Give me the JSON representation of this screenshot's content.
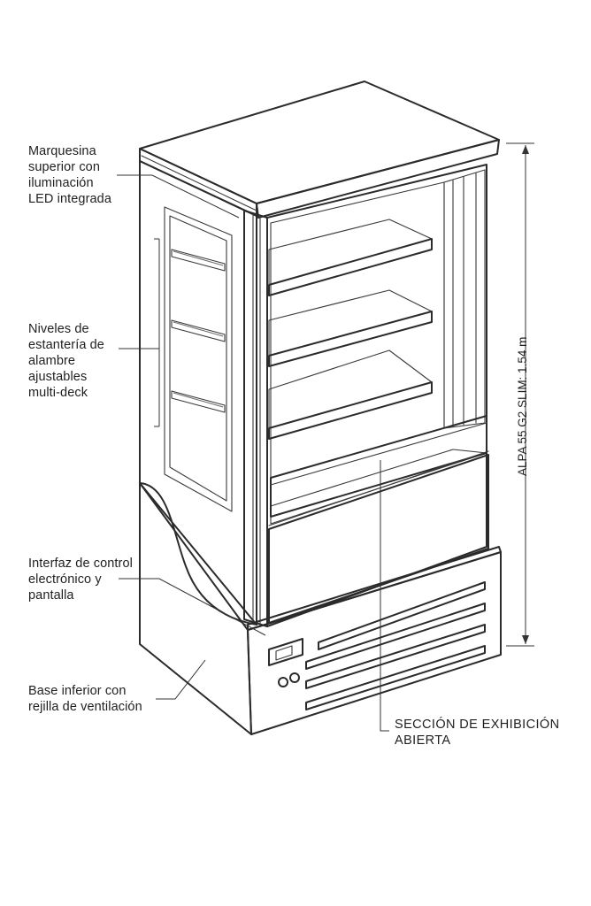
{
  "labels": {
    "top_canopy": [
      "Marquesina",
      "superior con",
      "iluminación",
      "LED integrada"
    ],
    "shelves": [
      "Niveles de",
      "estantería de",
      "alambre",
      "ajustables",
      "multi-deck"
    ],
    "control": [
      "Interfaz de control",
      "electrónico y",
      "pantalla"
    ],
    "base": [
      "Base inferior con",
      "rejilla de ventilación"
    ],
    "display": [
      "SECCIÓN DE EXHIBICIÓN",
      "ABIERTA"
    ]
  },
  "dimension": {
    "text": "ALPA 55 G2 SLIM: 1.54 m"
  },
  "colors": {
    "line": "#2b2b2b",
    "glass_tint": "#f3f3f3",
    "background": "#ffffff"
  }
}
